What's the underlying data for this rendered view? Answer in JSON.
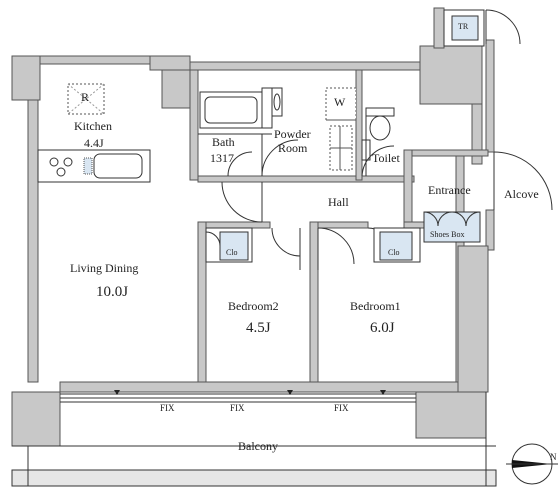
{
  "plan": {
    "rooms": {
      "kitchen": {
        "name": "Kitchen",
        "size": "4.4J"
      },
      "bath": {
        "name": "Bath",
        "code": "1317"
      },
      "powder_room": {
        "name_line1": "Powder",
        "name_line2": "Room"
      },
      "toilet": {
        "name": "Toilet"
      },
      "hall": {
        "name": "Hall"
      },
      "entrance": {
        "name": "Entrance"
      },
      "alcove": {
        "name": "Alcove"
      },
      "living_dining": {
        "name": "Living Dining",
        "size": "10.0J"
      },
      "bedroom2": {
        "name": "Bedroom2",
        "size": "4.5J"
      },
      "bedroom1": {
        "name": "Bedroom1",
        "size": "6.0J"
      },
      "balcony": {
        "name": "Balcony"
      }
    },
    "fixtures": {
      "fridge_mark": "R",
      "washer_mark": "W",
      "trunk_room_mark": "TR",
      "closet_label": "Clo",
      "shoes_box_label": "Shoes Box"
    },
    "windows": {
      "fix_label": "FIX"
    },
    "compass": {
      "north_label": "N"
    },
    "colors": {
      "wall": "#c8c8c8",
      "wall_outline": "#555555",
      "line": "#333333",
      "storage_fill": "#d9e6f2",
      "background": "#ffffff"
    }
  }
}
